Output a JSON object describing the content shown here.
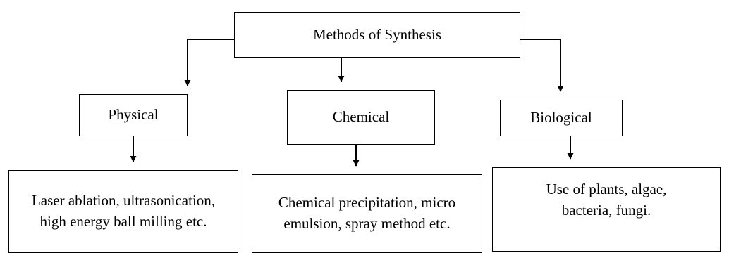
{
  "diagram": {
    "root": {
      "label": "Methods of Synthesis"
    },
    "categories": [
      {
        "label": "Physical",
        "description": "Laser ablation, ultrasonication, high energy ball milling etc."
      },
      {
        "label": "Chemical",
        "description": "Chemical precipitation, micro emulsion, spray method etc."
      },
      {
        "label": "Biological",
        "description": "Use of plants, algae, bacteria, fungi."
      }
    ]
  }
}
